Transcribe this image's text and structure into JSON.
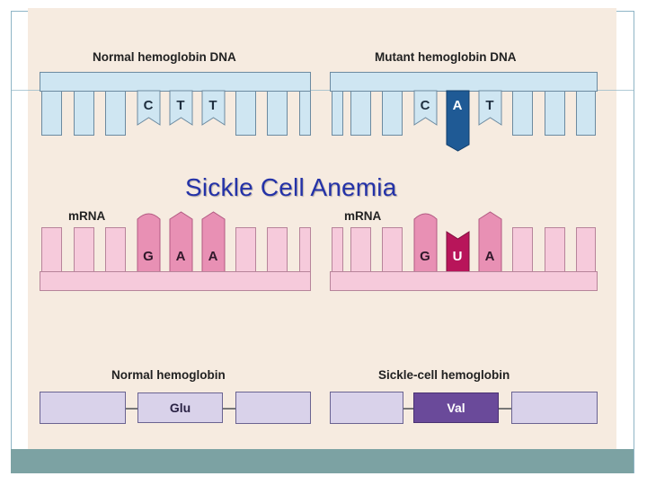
{
  "title": "Sickle Cell Anemia",
  "normal_dna": {
    "label": "Normal hemoglobin DNA",
    "bases": [
      "C",
      "T",
      "T"
    ]
  },
  "mutant_dna": {
    "label": "Mutant hemoglobin DNA",
    "bases": [
      "C",
      "A",
      "T"
    ]
  },
  "normal_mrna": {
    "label": "mRNA",
    "bases": [
      "G",
      "A",
      "A"
    ]
  },
  "mutant_mrna": {
    "label": "mRNA",
    "bases": [
      "G",
      "U",
      "A"
    ]
  },
  "normal_protein": {
    "label": "Normal hemoglobin",
    "amino_acid": "Glu"
  },
  "mutant_protein": {
    "label": "Sickle-cell hemoglobin",
    "amino_acid": "Val"
  },
  "colors": {
    "dna": "#cfe6f2",
    "dna_mutant": "#1f5a95",
    "mrna": "#f6cadb",
    "mrna_highlight": "#e890b4",
    "mrna_mutant": "#b8155a",
    "protein": "#d9d2ea",
    "protein_mutant": "#6a4a9a",
    "title": "#2432a8"
  }
}
